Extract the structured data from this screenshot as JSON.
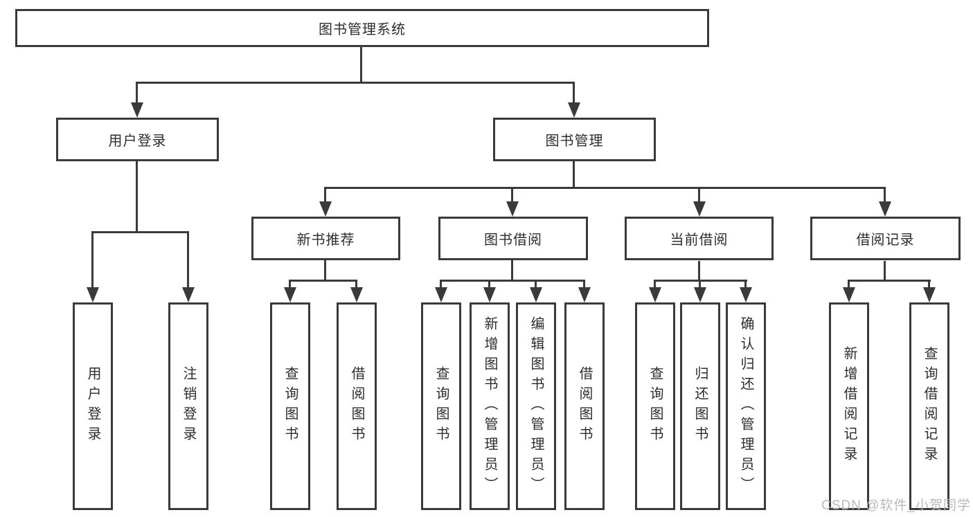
{
  "diagram": {
    "root": {
      "label": "图书管理系统"
    },
    "branches": {
      "user_login": {
        "label": "用户登录",
        "children": [
          "用户登录",
          "注销登录"
        ]
      },
      "book_mgmt": {
        "label": "图书管理"
      },
      "new_book": {
        "label": "新书推荐",
        "children": [
          "查询图书",
          "借阅图书"
        ]
      },
      "borrow": {
        "label": "图书借阅",
        "children": [
          "查询图书",
          "新增图书（管理员）",
          "编辑图书（管理员）",
          "借阅图书"
        ]
      },
      "current": {
        "label": "当前借阅",
        "children": [
          "查询图书",
          "归还图书",
          "确认归还（管理员）"
        ]
      },
      "records": {
        "label": "借阅记录",
        "children": [
          "新增借阅记录",
          "查询借阅记录"
        ]
      }
    },
    "watermark": "CSDN @软件_小贺同学",
    "colors": {
      "line": "#3a3a3a",
      "text": "#2d2d2d",
      "watermark": "#b9b9b9",
      "background": "#ffffff"
    }
  }
}
